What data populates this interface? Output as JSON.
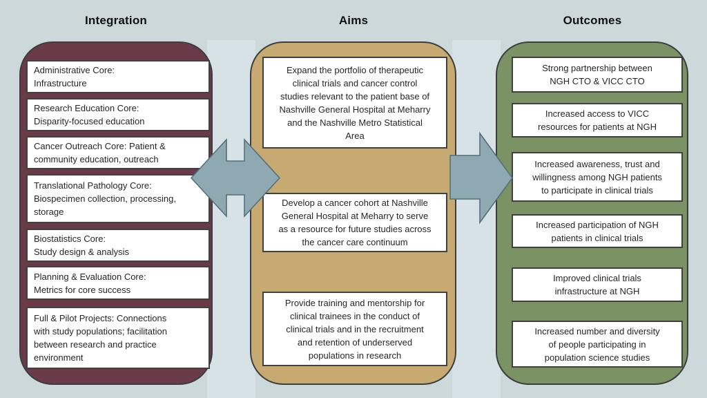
{
  "diagram": {
    "background_color": "#ccd8da",
    "gap_band_color": "#d6e2e5",
    "arrow_fill": "#8fa9b2",
    "arrow_stroke": "#54707a",
    "columns": [
      {
        "title": "Integration",
        "fill": "#6a3a49",
        "items": [
          {
            "text": "Administrative Core:\nInfrastructure"
          },
          {
            "text": "Research Education Core:\nDisparity-focused education"
          },
          {
            "text": "Cancer Outreach Core: Patient &\ncommunity education, outreach"
          },
          {
            "text": "Translational Pathology Core:\nBiospecimen collection, processing,\nstorage"
          },
          {
            "text": "Biostatistics Core:\nStudy design & analysis"
          },
          {
            "text": "Planning & Evaluation Core:\nMetrics for core success"
          },
          {
            "text": "Full & Pilot Projects: Connections\nwith study populations; facilitation\nbetween research and practice\nenvironment"
          }
        ]
      },
      {
        "title": "Aims",
        "fill": "#c6aa71",
        "items": [
          {
            "text": "Expand the portfolio of therapeutic\nclinical trials and cancer control\nstudies relevant to the patient base of\nNashville General Hospital at Meharry\nand the Nashville Metro Statistical\nArea"
          },
          {
            "text": "Develop a cancer cohort at Nashville\nGeneral Hospital at Meharry to serve\nas a resource for future studies across\nthe cancer care continuum"
          },
          {
            "text": "Provide training and mentorship for\nclinical trainees in the conduct of\nclinical trials and in the recruitment\nand retention of underserved\npopulations in research"
          }
        ]
      },
      {
        "title": "Outcomes",
        "fill": "#7b9364",
        "items": [
          {
            "text": "Strong partnership between\nNGH CTO & VICC CTO"
          },
          {
            "text": "Increased access to VICC\nresources for patients at NGH"
          },
          {
            "text": "Increased awareness, trust and\nwillingness among NGH patients\nto participate in clinical trials"
          },
          {
            "text": "Increased participation of NGH\npatients in clinical trials"
          },
          {
            "text": "Improved clinical trials\ninfrastructure at NGH"
          },
          {
            "text": "Increased number and diversity\nof people participating in\npopulation science studies"
          }
        ]
      }
    ]
  }
}
